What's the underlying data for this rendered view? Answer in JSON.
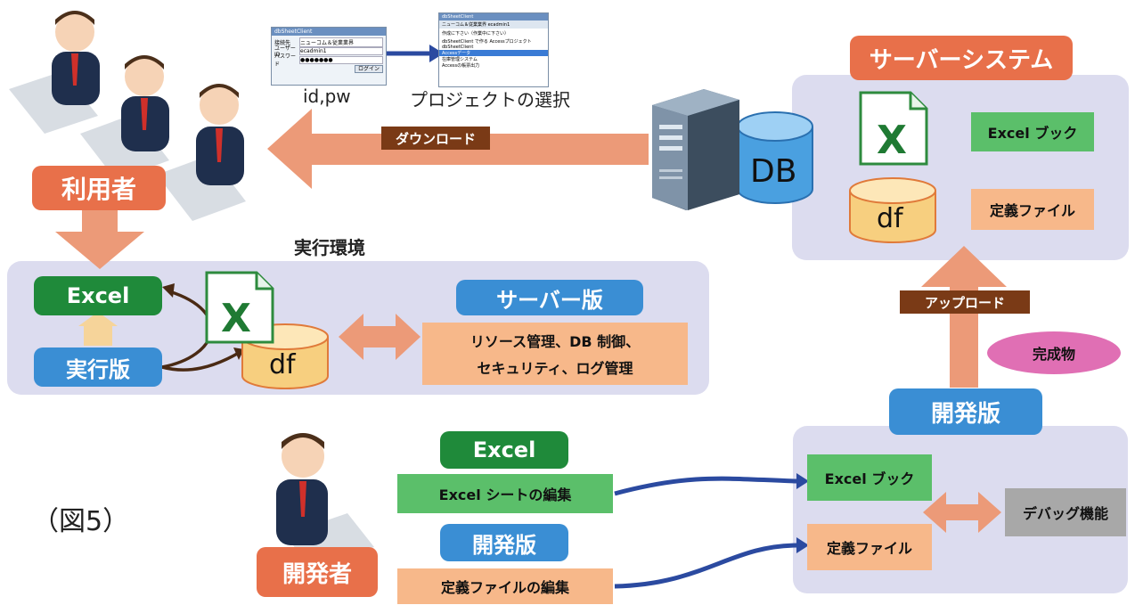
{
  "figure_label": "（図5）",
  "login_window": {
    "title": "dbSheetClient",
    "rows": [
      {
        "label": "接続先",
        "value": "ニューコム＆従業業界"
      },
      {
        "label": "ユーザーID",
        "value": "ecadmin1"
      },
      {
        "label": "パスワード",
        "value": "●●●●●●●"
      }
    ],
    "button": "ログイン",
    "caption": "id,pw"
  },
  "project_window": {
    "title": "dbSheetClient",
    "header": "ニューコム＆従業業界 ecadmin1",
    "prompt": "作成に下さい（作業中に下さい）",
    "items": [
      "dbSheetClient で作る Accessプロジェクト",
      "dbSheetClient",
      "Accessデータ",
      "在庫管理システム",
      "Accessの帳票出力"
    ],
    "caption": "プロジェクトの選択"
  },
  "users_label": "利用者",
  "download_label": "ダウンロード",
  "server_db_label": "DB",
  "server_system": {
    "title": "サーバーシステム",
    "excel_book": "Excel ブック",
    "df_label": "df",
    "definition_file": "定義ファイル"
  },
  "runtime": {
    "title": "実行環境",
    "excel": "Excel",
    "runtime_edition": "実行版",
    "df_label": "df",
    "server_edition": "サーバー版",
    "server_features_line1": "リソース管理、DB 制御、",
    "server_features_line2": "セキュリティ、ログ管理"
  },
  "upload_label": "アップロード",
  "deliverable_label": "完成物",
  "dev_edition_label": "開発版",
  "development": {
    "excel_book": "Excel ブック",
    "definition_file": "定義ファイル",
    "debug": "デバッグ機能"
  },
  "developer": {
    "label": "開発者",
    "excel": "Excel",
    "excel_edit": "Excel シートの編集",
    "dev_edition": "開発版",
    "definition_edit": "定義ファイルの編集"
  }
}
